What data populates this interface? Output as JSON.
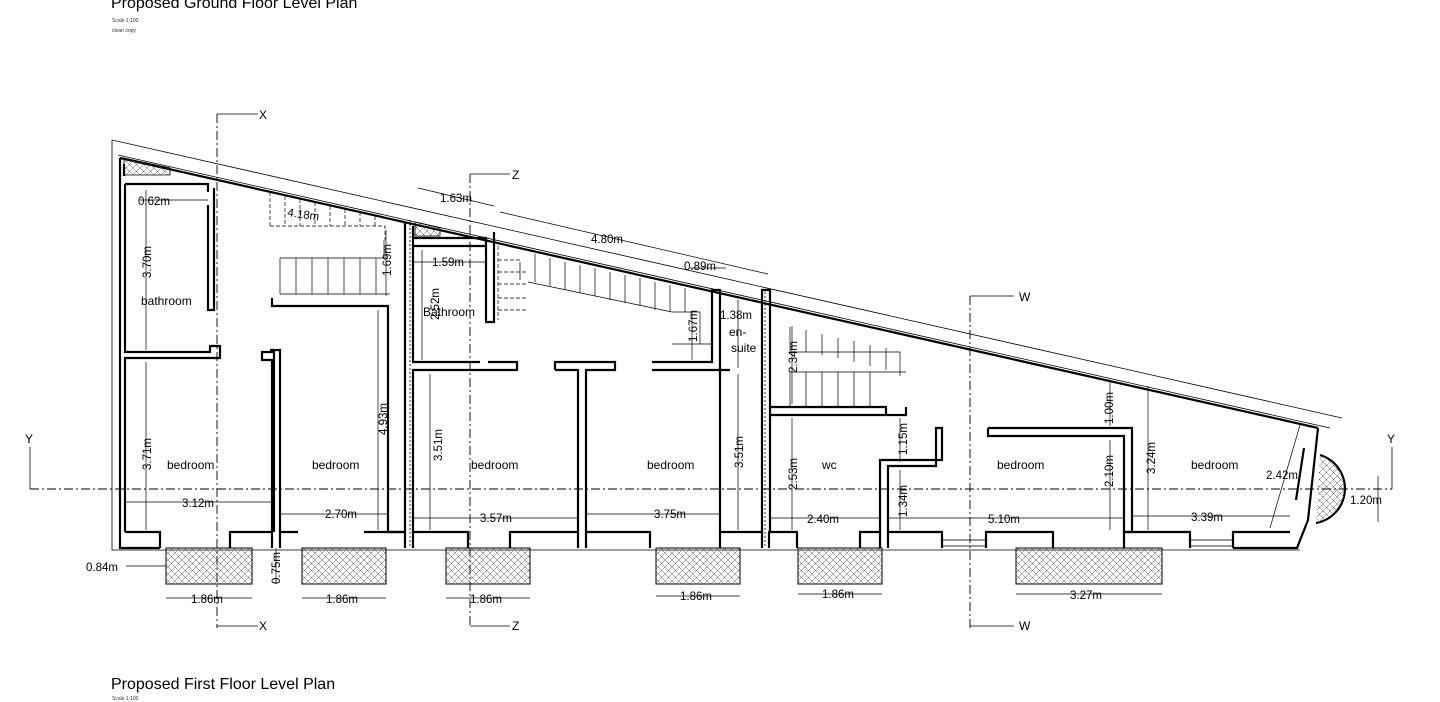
{
  "ground_plan": {
    "title": "Proposed Ground Floor Level Plan",
    "scale": "Scale 1:100",
    "note": "clean copy"
  },
  "first_plan": {
    "title": "Proposed First Floor Level Plan",
    "scale": "Scale 1:100"
  },
  "sections": {
    "x": "X",
    "z": "Z",
    "w": "W",
    "y": "Y"
  },
  "rooms": {
    "bathroom_1": "bathroom",
    "bathroom_2": "Bathroom",
    "ensuite_1": "en-",
    "ensuite_2": "suite",
    "wc": "wc",
    "bedroom": "bedroom"
  },
  "dims": {
    "d062": "0.62m",
    "d418": "4.18m",
    "d370": "3.70m",
    "d169": "1.69m",
    "d163": "1.63m",
    "d159": "1.59m",
    "d252": "2.52m",
    "d480": "4.80m",
    "d089": "0.89m",
    "d138": "1.38m",
    "d167": "1.67m",
    "d234": "2.34m",
    "d371": "3.71m",
    "d493": "4.93m",
    "d351a": "3.51m",
    "d351b": "3.51m",
    "d253": "2.53m",
    "d115": "1.15m",
    "d100": "1.00m",
    "d324": "3.24m",
    "d210": "2.10m",
    "d242": "2.42m",
    "d120": "1.20m",
    "d134": "1.34m",
    "d312": "3.12m",
    "d270": "2.70m",
    "d357": "3.57m",
    "d375": "3.75m",
    "d240": "2.40m",
    "d510": "5.10m",
    "d339": "3.39m",
    "d084": "0.84m",
    "d075": "0.75m",
    "d186a": "1.86m",
    "d186b": "1.86m",
    "d186c": "1.86m",
    "d186d": "1.86m",
    "d186e": "1.86m",
    "d327": "3.27m"
  }
}
